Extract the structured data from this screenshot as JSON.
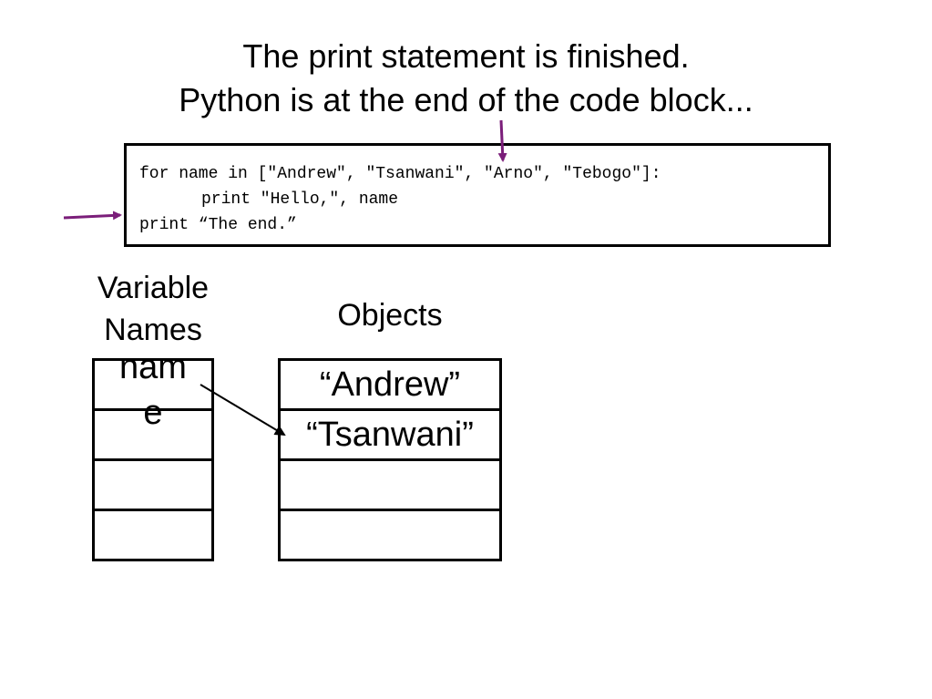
{
  "title": {
    "line1": "The print statement is finished.",
    "line2": "Python is at the end of the code block..."
  },
  "code": {
    "lines": [
      "for name in [\"Andrew\", \"Tsanwani\", \"Arno\", \"Tebogo\"]:",
      "print \"Hello,\", name",
      "print “The end.”"
    ]
  },
  "headings": {
    "variable_names_line1": "Variable",
    "variable_names_line2": "Names",
    "objects": "Objects"
  },
  "variables": {
    "name_line1": "nam",
    "name_line2": "e"
  },
  "objects": {
    "items": [
      "“Andrew”",
      "“Tsanwani”",
      "",
      ""
    ]
  },
  "colors": {
    "pointer_arrow": "#7b1e7a",
    "reference_arrow": "#000000"
  },
  "icons": {
    "line_pointer": "arrow-right-icon",
    "loop_pointer": "arrow-down-icon"
  }
}
